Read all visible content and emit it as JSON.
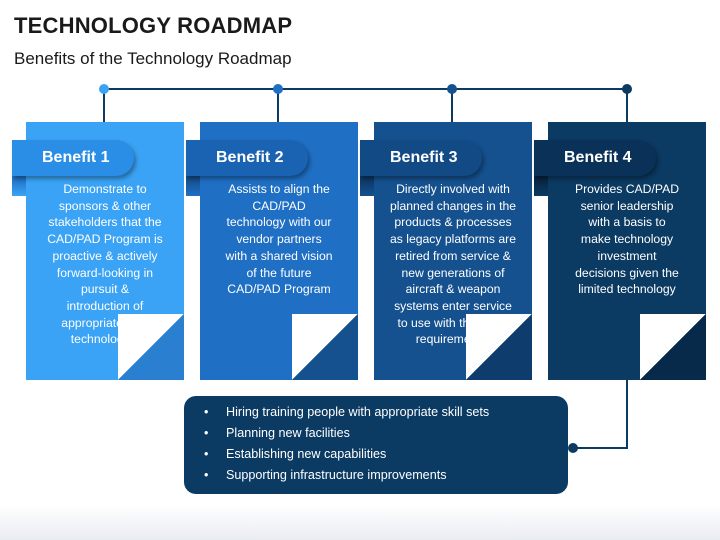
{
  "title": "TECHNOLOGY ROADMAP",
  "subtitle": "Benefits of the Technology Roadmap",
  "colors": {
    "benefit1": "#3aa3f5",
    "benefit2": "#1f6fc4",
    "benefit3": "#15518f",
    "benefit4": "#0b3a63",
    "connector": "#0b3a63"
  },
  "benefits": [
    {
      "label": "Benefit 1",
      "lines": [
        "Demonstrate to",
        "sponsors & other",
        "stakeholders that the",
        "CAD/PAD Program is",
        "proactive & actively",
        "forward-looking in",
        "pursuit &",
        "introduction of",
        "appropriate new",
        "technologies"
      ]
    },
    {
      "label": "Benefit 2",
      "lines": [
        "Assists to align the",
        "CAD/PAD",
        "technology with our",
        "vendor partners",
        "with a shared vision",
        "of the future",
        "CAD/PAD Program"
      ]
    },
    {
      "label": "Benefit 3",
      "lines": [
        "Directly involved with",
        "planned changes in the",
        "products & processes",
        "as legacy platforms are",
        "retired from service &",
        "new generations of",
        "aircraft & weapon",
        "systems enter service",
        "to use with their new",
        "requirements."
      ]
    },
    {
      "label": "Benefit 4",
      "lines": [
        "Provides CAD/PAD",
        "senior leadership",
        "with a basis to",
        "make technology",
        "investment",
        "decisions given the",
        "limited technology"
      ]
    }
  ],
  "bullets": [
    "Hiring training people with appropriate skill sets",
    "Planning new facilities",
    "Establishing new capabilities",
    "Supporting infrastructure improvements"
  ]
}
